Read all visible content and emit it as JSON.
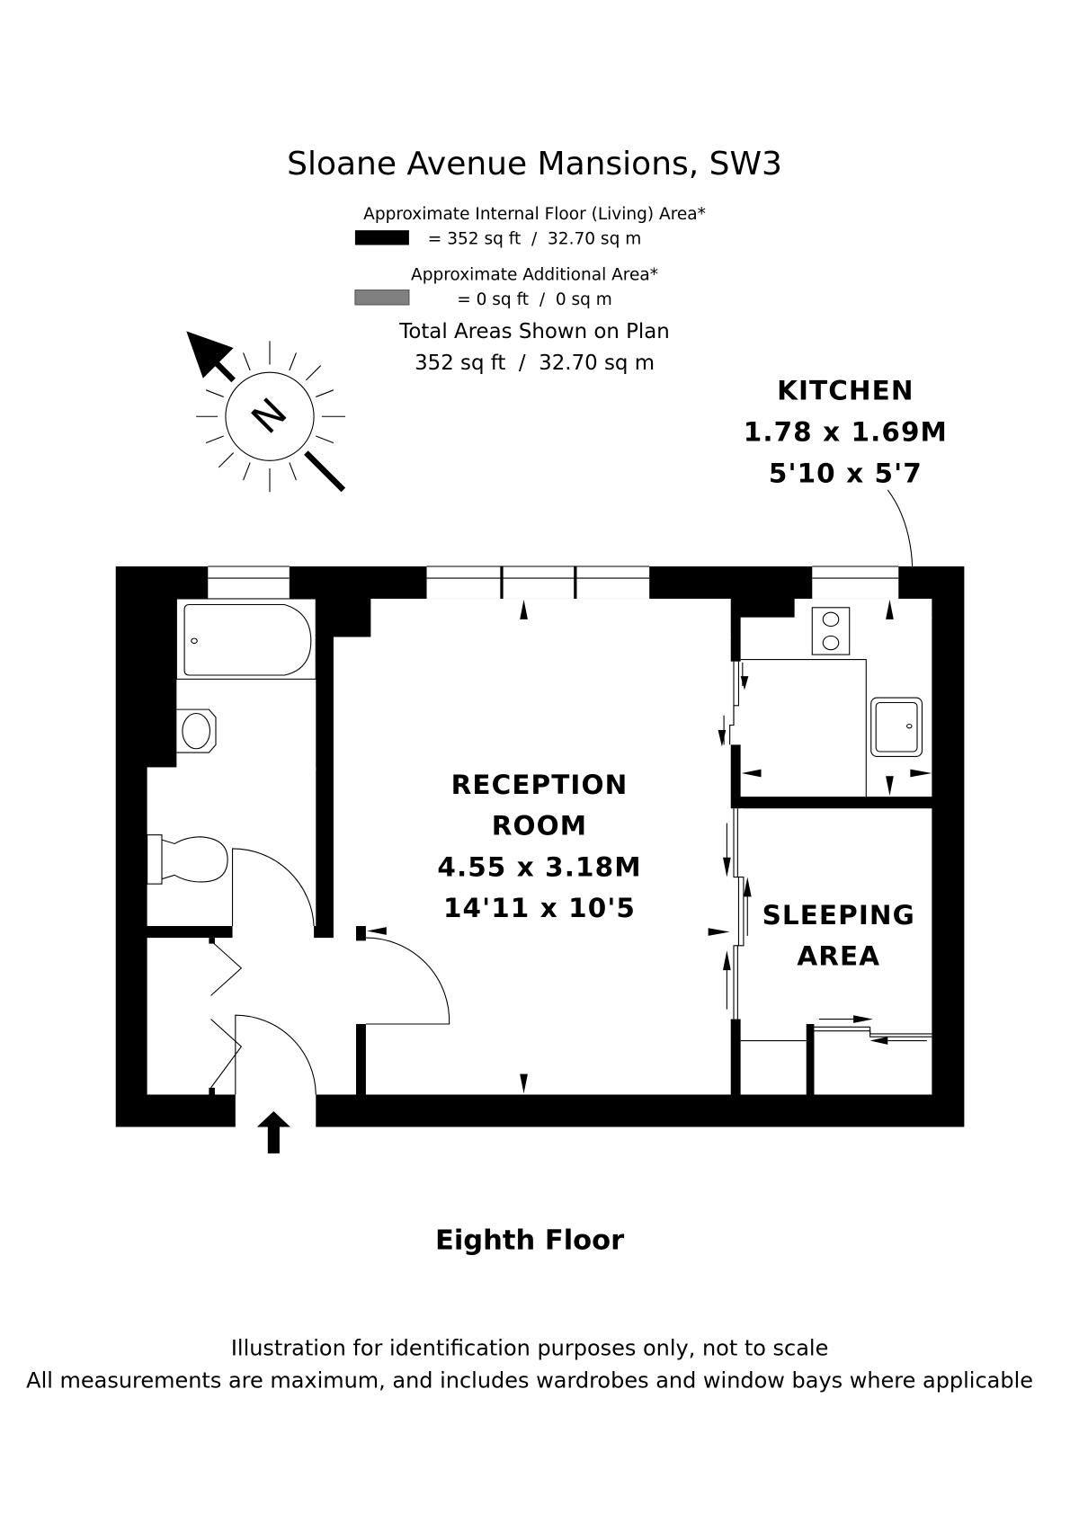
{
  "title": "Sloane Avenue Mansions, SW3",
  "legend": {
    "internal_label": "Approximate Internal Floor (Living) Area*",
    "internal_value": "= 352 sq ft  /  32.70 sq m",
    "internal_color": "#000000",
    "additional_label": "Approximate Additional Area*",
    "additional_value": "= 0 sq ft  /  0 sq m",
    "additional_color": "#808080",
    "total_label": "Total Areas Shown on Plan",
    "total_value": "352 sq ft  /  32.70 sq m"
  },
  "compass": {
    "letter": "N"
  },
  "rooms": {
    "kitchen": {
      "name": "KITCHEN",
      "metric": "1.78 x 1.69M",
      "imperial": "5'10 x 5'7"
    },
    "reception": {
      "name1": "RECEPTION",
      "name2": "ROOM",
      "metric": "4.55 x 3.18M",
      "imperial": "14'11 x 10'5"
    },
    "sleeping": {
      "name1": "SLEEPING",
      "name2": "AREA"
    }
  },
  "floor_label": "Eighth Floor",
  "footer": {
    "line1": "Illustration for identification purposes only, not to scale",
    "line2": "All measurements are maximum, and includes wardrobes and window bays where applicable"
  }
}
